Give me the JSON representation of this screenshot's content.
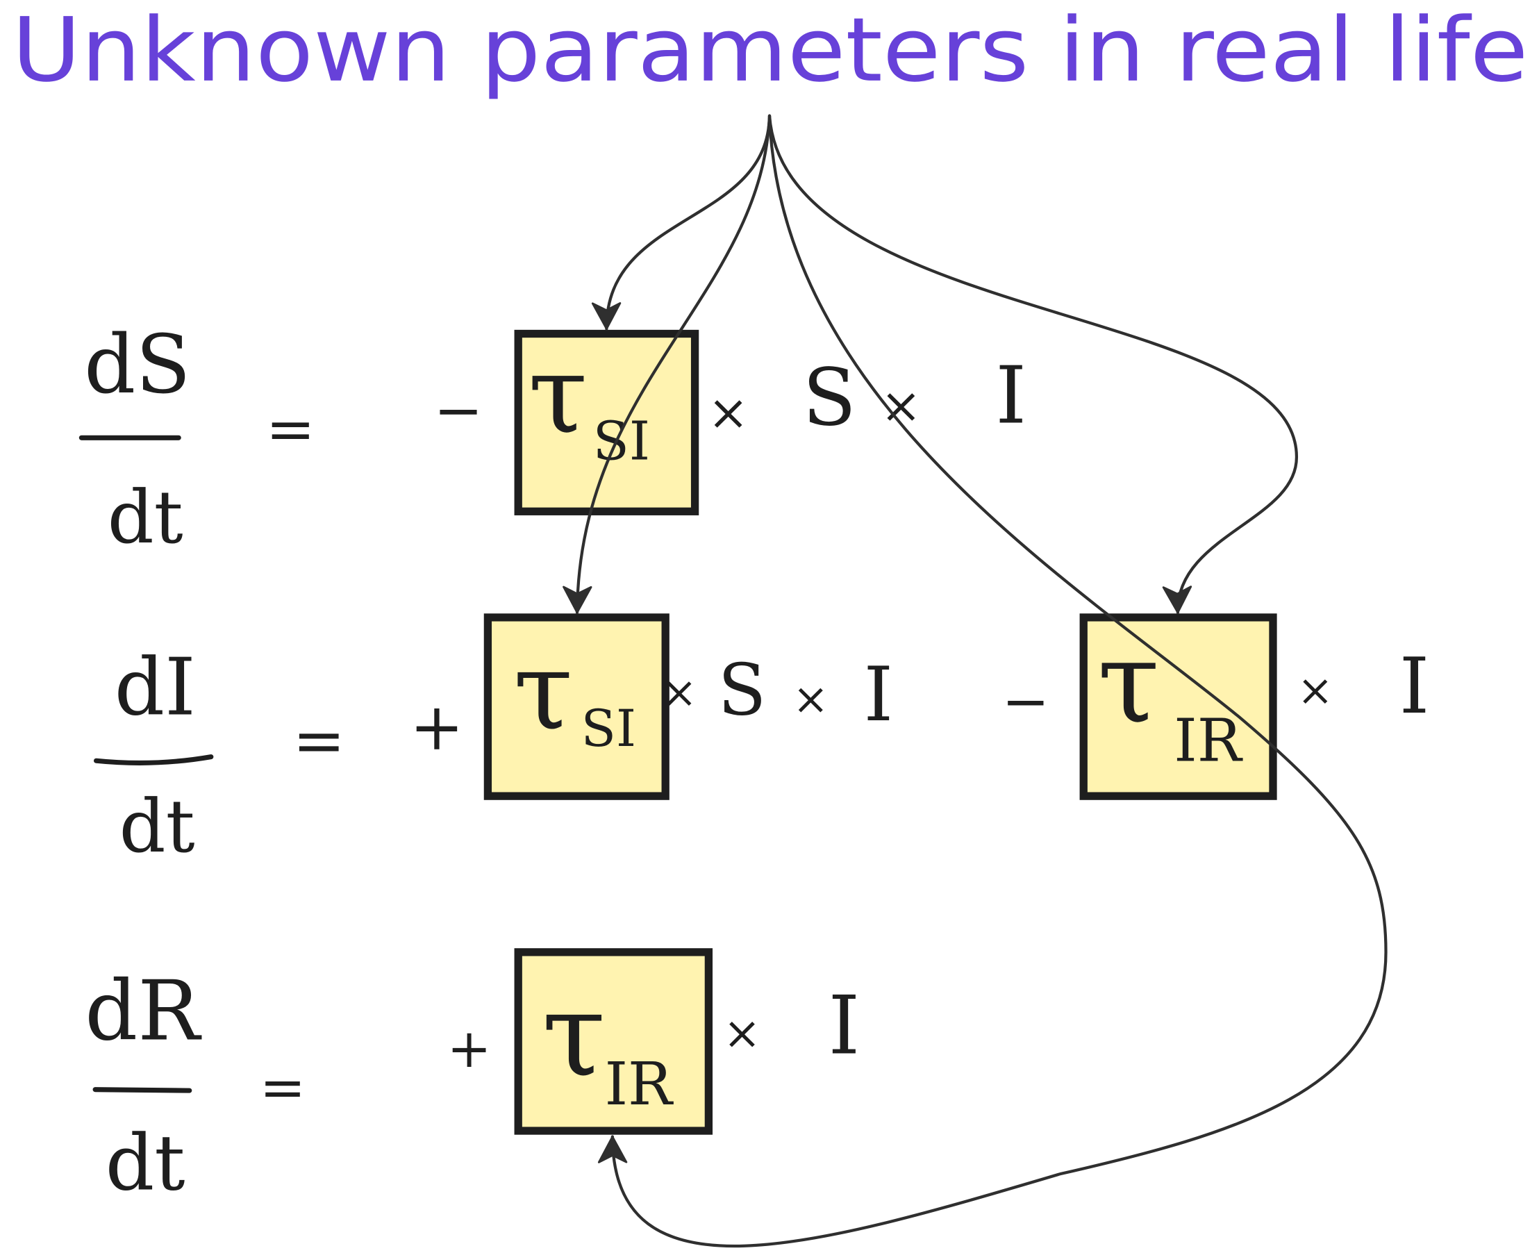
{
  "title": "Unknown parameters in real life",
  "colors": {
    "title": "#6741d9",
    "ink": "#1e1e1e",
    "box_fill": "#fff3b0",
    "box_stroke": "#1e1e1e",
    "arrow": "#2f2f2f",
    "background": "#ffffff"
  },
  "equations": [
    {
      "numerator": "dS",
      "denominator": "dt",
      "equals": "=",
      "terms": [
        "−",
        {
          "symbol": "τ",
          "subscript": "SI"
        },
        "×",
        "S",
        "×",
        "I"
      ]
    },
    {
      "numerator": "dI",
      "denominator": "dt",
      "equals": "=",
      "terms": [
        "+",
        {
          "symbol": "τ",
          "subscript": "SI"
        },
        "×",
        "S",
        "×",
        "I",
        "−",
        {
          "symbol": "τ",
          "subscript": "IR"
        },
        "×",
        "I"
      ]
    },
    {
      "numerator": "dR",
      "denominator": "dt",
      "equals": "=",
      "terms": [
        "+",
        {
          "symbol": "τ",
          "subscript": "IR"
        },
        "×",
        "I"
      ]
    }
  ]
}
